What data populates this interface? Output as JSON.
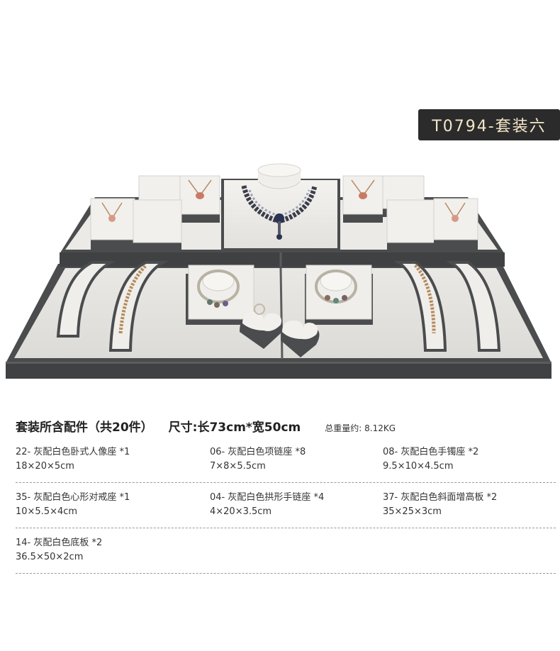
{
  "badge": {
    "text": "T0794-套装六"
  },
  "spec": {
    "title": "套装所含配件（共20件）",
    "size": "尺寸:长73cm*宽50cm",
    "weight": "总重量约: 8.12KG"
  },
  "items": [
    {
      "name": "22- 灰配白色卧式人像座 *1",
      "dims": "18×20×5cm"
    },
    {
      "name": "06- 灰配白色项链座 *8",
      "dims": "7×8×5.5cm"
    },
    {
      "name": "08- 灰配白色手镯座 *2",
      "dims": "9.5×10×4.5cm"
    },
    {
      "name": "35- 灰配白色心形对戒座 *1",
      "dims": "10×5.5×4cm"
    },
    {
      "name": "04- 灰配白色拱形手链座 *4",
      "dims": "4×20×3.5cm"
    },
    {
      "name": "37- 灰配白色斜面增高板 *2",
      "dims": "35×25×3cm"
    },
    {
      "name": "14- 灰配白色底板 *2",
      "dims": "36.5×50×2cm"
    }
  ],
  "colors": {
    "frame": "#4a4c4d",
    "leather": "#ecebe8",
    "badge_bg": "#2b2b2b",
    "badge_text": "#f4e7c8"
  }
}
